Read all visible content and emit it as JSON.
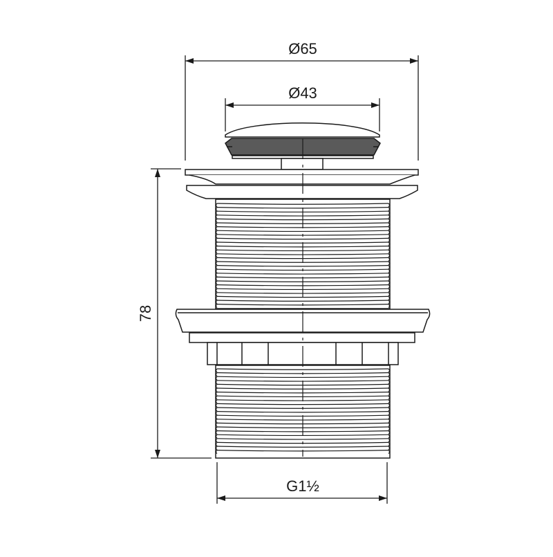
{
  "dimensions": {
    "outer_diameter": "Ø65",
    "cap_diameter": "Ø43",
    "height": "78",
    "thread": "G1½"
  },
  "colors": {
    "line": "#1a1a1a",
    "seal_fill": "#5a5a5a",
    "background": "#ffffff"
  }
}
